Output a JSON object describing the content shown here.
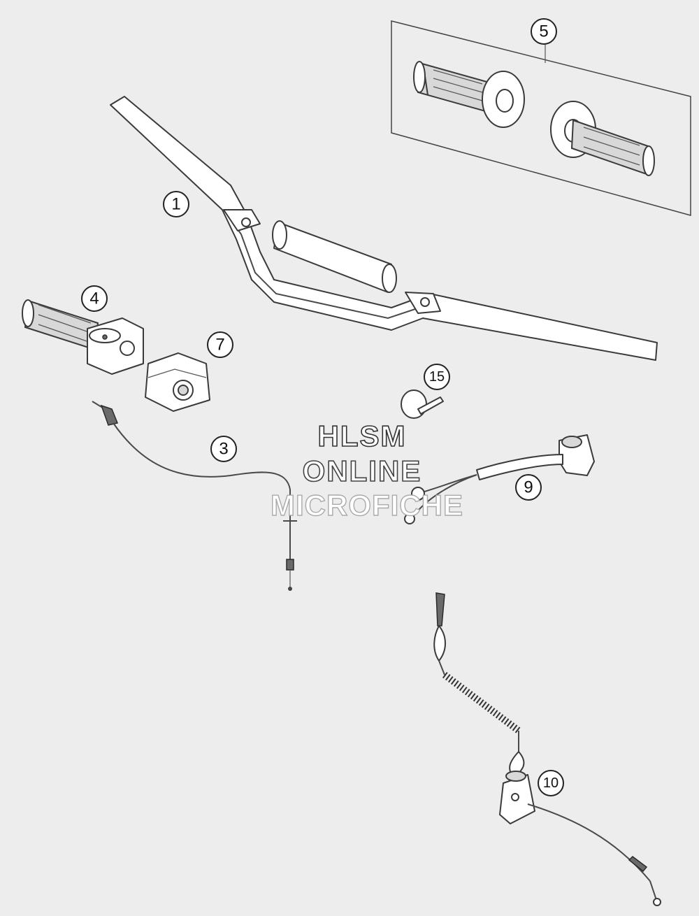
{
  "callouts": {
    "c1": "1",
    "c3": "3",
    "c4": "4",
    "c5": "5",
    "c7": "7",
    "c9": "9",
    "c10": "10",
    "c15": "15"
  },
  "watermark": {
    "line1": "HLSM",
    "line2": "ONLINE",
    "line3": "MICROFICHE"
  }
}
